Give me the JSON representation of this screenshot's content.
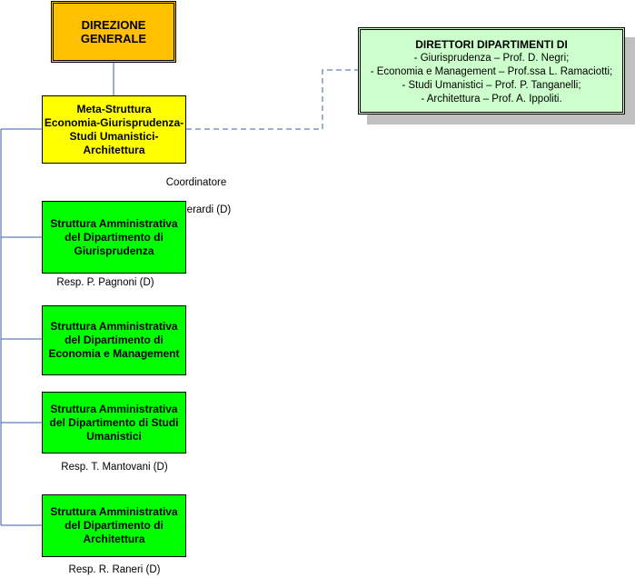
{
  "direzione_generale": {
    "label": "DIREZIONE\nGENERALE"
  },
  "meta_struttura": {
    "label": "Meta-Struttura\nEconomia-Giurisprudenza-\nStudi Umanistici-\nArchitettura",
    "coordinator_title": "Coordinatore",
    "coordinator_name": "P. Gherardi (D)"
  },
  "direttori": {
    "title": "DIRETTORI DIPARTIMENTI DI",
    "lines": [
      "- Giurisprudenza – Prof. D. Negri;",
      "- Economia e Management – Prof.ssa L. Ramaciotti;",
      "- Studi Umanistici – Prof. P. Tanganelli;",
      "- Architettura – Prof. A. Ippoliti."
    ]
  },
  "structures": [
    {
      "label": "Struttura Amministrativa\ndel Dipartimento di\nGiurisprudenza",
      "resp": "Resp. P. Pagnoni (D)"
    },
    {
      "label": "Struttura Amministrativa\ndel Dipartimento di\nEconomia e Management",
      "resp": ""
    },
    {
      "label": "Struttura Amministrativa\ndel Dipartimento di Studi\nUmanistici",
      "resp": "Resp. T. Mantovani (D)"
    },
    {
      "label": "Struttura Amministrativa\ndel Dipartimento di\nArchitettura",
      "resp": "Resp. R. Raneri (D)"
    }
  ],
  "colors": {
    "direzione": "#ffc000",
    "meta": "#ffff00",
    "struttura": "#00ff00",
    "direttori": "#ccffcc",
    "connector": "#1f4e9c"
  }
}
